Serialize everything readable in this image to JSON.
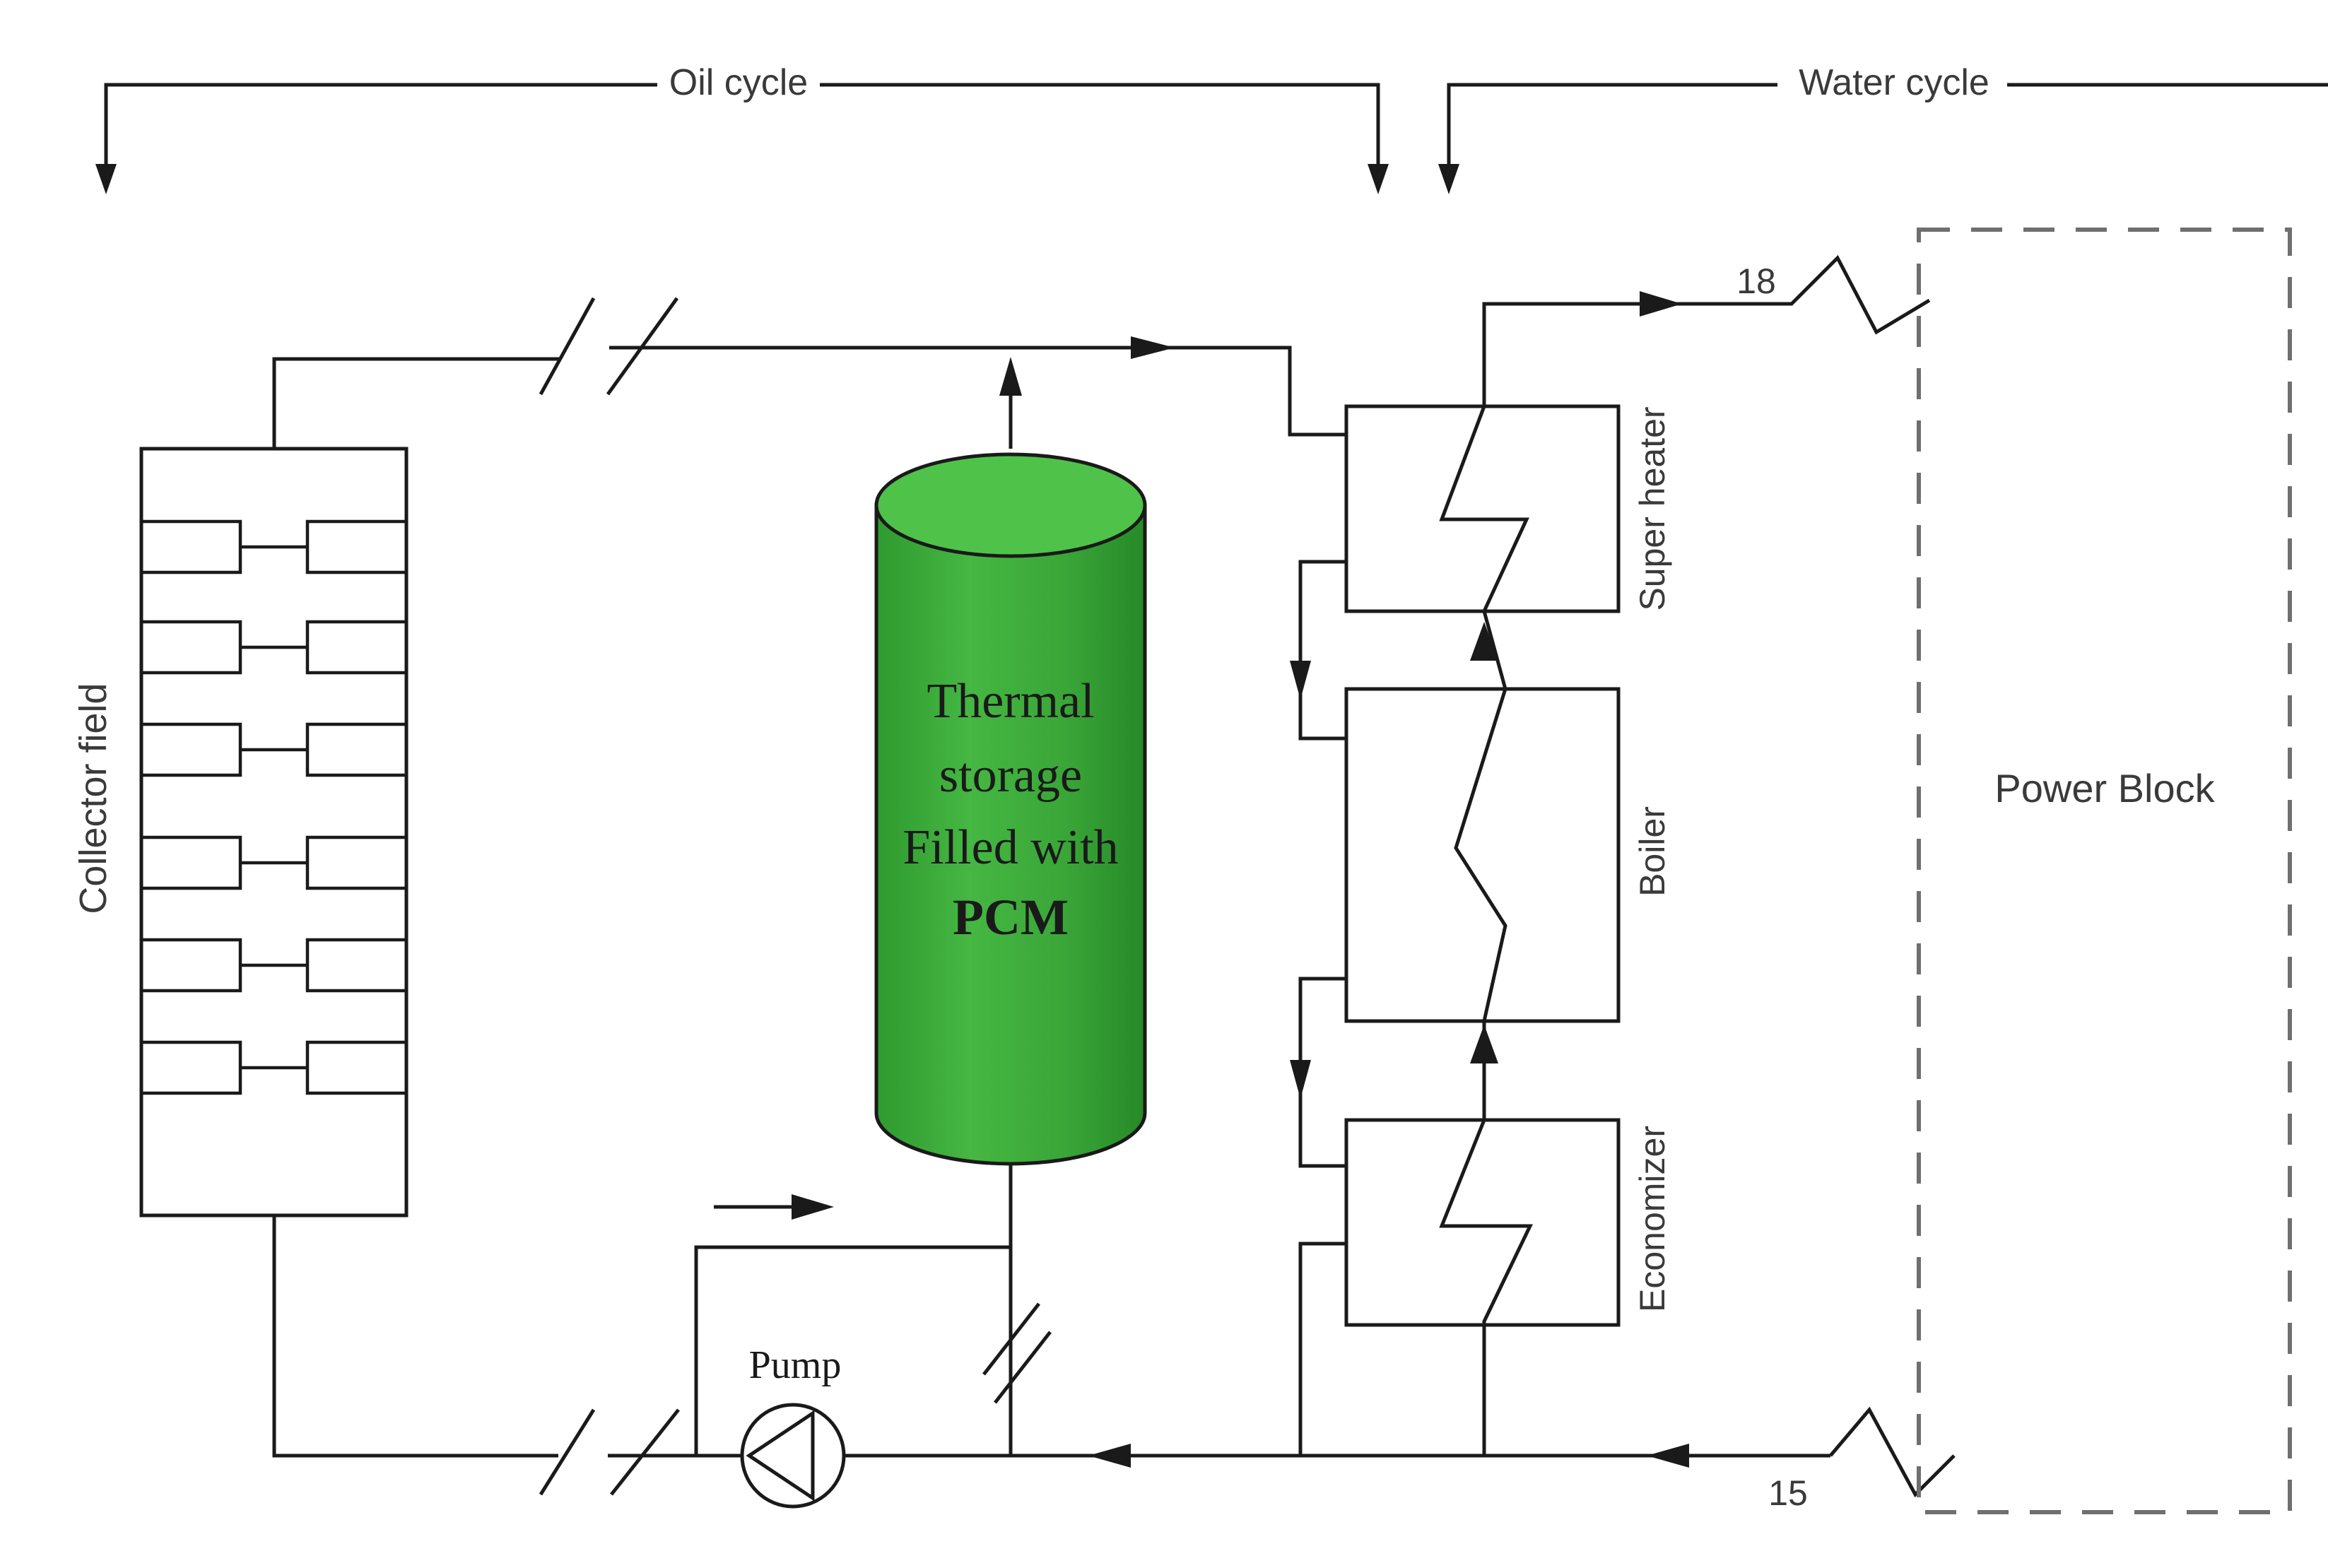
{
  "cycles": {
    "oil": "Oil cycle",
    "water": "Water cycle"
  },
  "labels": {
    "collector_field": "Collector field",
    "power_block": "Power Block",
    "pump": "Pump",
    "super_heater": "Super heater",
    "boiler": "Boiler",
    "economizer": "Economizer",
    "stream_18": "18",
    "stream_15": "15"
  },
  "storage": {
    "line1": "Thermal",
    "line2": "storage",
    "line3": "Filled with",
    "line4": "PCM",
    "fill_color": "#3daa3a",
    "highlight_color": "#5fcb57",
    "shade_color": "#2a8a2c"
  },
  "colors": {
    "line": "#1a1a1a",
    "dashed_box": "#6f6f6f"
  }
}
